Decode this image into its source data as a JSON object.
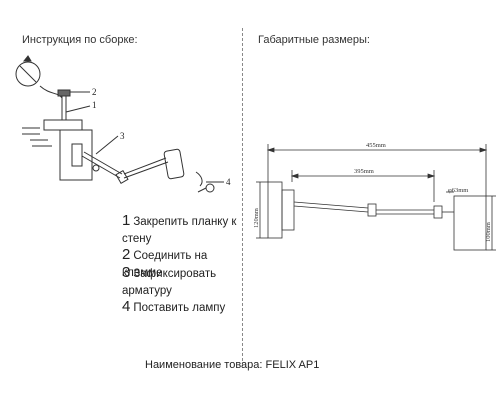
{
  "headers": {
    "assembly": "Инструкция по сборке:",
    "dimensions": "Габаритные размеры:"
  },
  "callouts": [
    "1",
    "2",
    "3",
    "4"
  ],
  "steps": [
    {
      "num": "1",
      "text": "Закрепить планку к стену"
    },
    {
      "num": "2",
      "text": "Соединить на клемме"
    },
    {
      "num": "3",
      "text": "Зафиксировать арматуру"
    },
    {
      "num": "4",
      "text": "Поставить лампу"
    }
  ],
  "dimensions": {
    "total_length": "455mm",
    "arm_length": "395mm",
    "wall_plate_height": "120mm",
    "shade_height": "100mm",
    "shade_diameter": "φ63mm"
  },
  "product": {
    "label": "Наименование товара: FELIX AP1"
  }
}
